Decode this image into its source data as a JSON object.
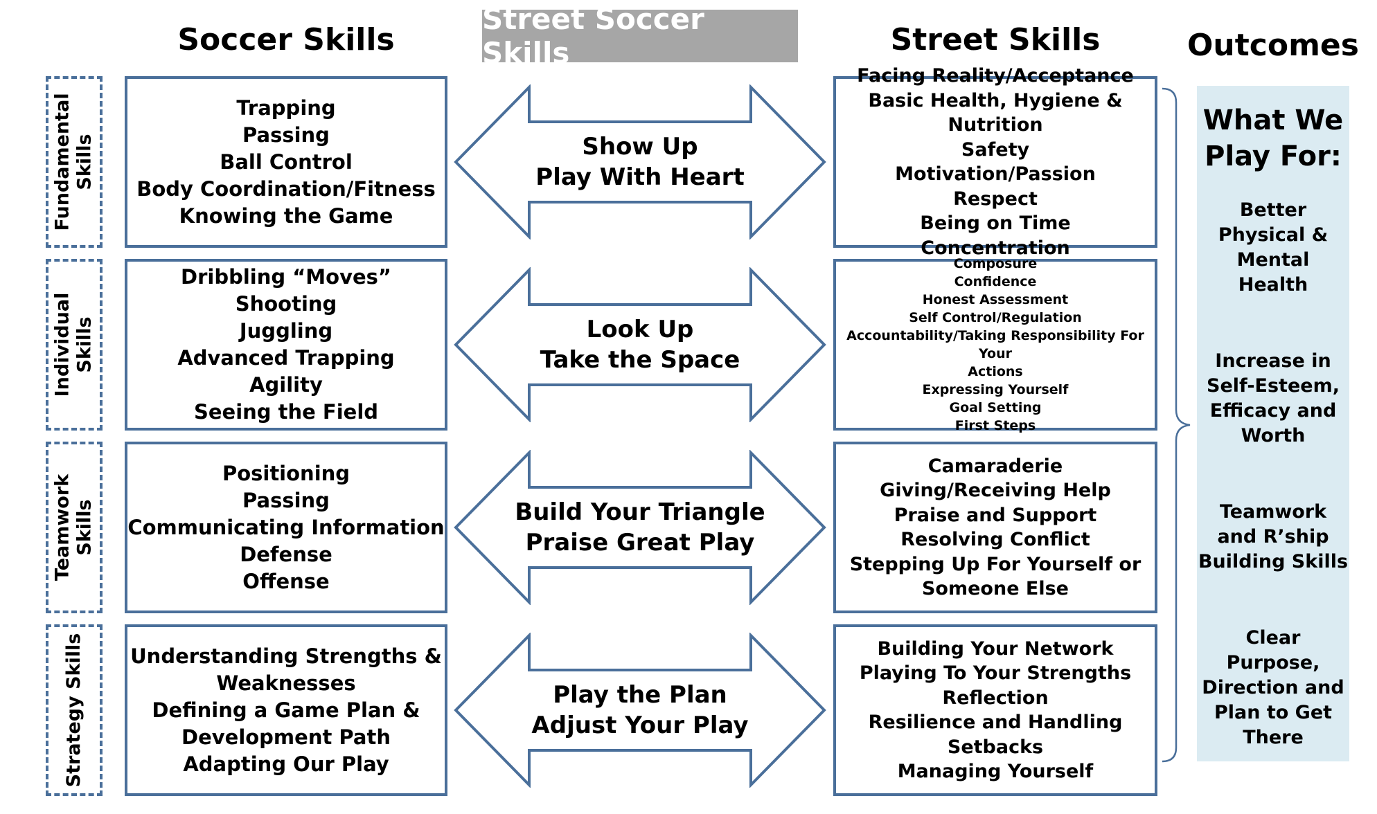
{
  "headers": {
    "soccer": "Soccer Skills",
    "street_soccer": "Street Soccer Skills",
    "street": "Street Skills",
    "outcomes": "Outcomes"
  },
  "categories": [
    {
      "lines": [
        "Fundamental",
        "Skills"
      ]
    },
    {
      "lines": [
        "Individual",
        "Skills"
      ]
    },
    {
      "lines": [
        "Teamwork",
        "Skills"
      ]
    },
    {
      "lines": [
        "Strategy Skills"
      ]
    }
  ],
  "soccer_skills": [
    [
      "Trapping",
      "Passing",
      "Ball Control",
      "Body Coordination/Fitness",
      "Knowing the Game"
    ],
    [
      "Dribbling “Moves”",
      "Shooting",
      "Juggling",
      "Advanced Trapping",
      "Agility",
      "Seeing the Field"
    ],
    [
      "Positioning",
      "Passing",
      "Communicating Information",
      "Defense",
      "Offense"
    ],
    [
      "Understanding Strengths &",
      "Weaknesses",
      "Defining a Game Plan &",
      "Development Path",
      "Adapting Our Play"
    ]
  ],
  "street_soccer_skills": [
    [
      "Show Up",
      "Play With Heart"
    ],
    [
      "Look Up",
      "Take the Space"
    ],
    [
      "Build Your Triangle",
      "Praise Great Play"
    ],
    [
      "Play the Plan",
      "Adjust Your Play"
    ]
  ],
  "street_skills": [
    [
      "Facing Reality/Acceptance",
      "Basic Health, Hygiene & Nutrition",
      "Safety",
      "Motivation/Passion",
      "Respect",
      "Being on Time",
      "Concentration"
    ],
    [
      "Composure",
      "Confidence",
      "Honest Assessment",
      "Self Control/Regulation",
      "Accountability/Taking Responsibility For Your",
      "Actions",
      "Expressing Yourself",
      "Goal Setting",
      "First Steps"
    ],
    [
      "Camaraderie",
      "Giving/Receiving Help",
      "Praise and Support",
      "Resolving Conflict",
      "Stepping Up For Yourself or",
      "Someone Else"
    ],
    [
      "Building Your Network",
      "Playing To Your Strengths",
      "Reflection",
      "Resilience and Handling Setbacks",
      "Managing Yourself"
    ]
  ],
  "outcomes": {
    "title_lines": [
      "What We",
      "Play For:"
    ],
    "items": [
      [
        "Better",
        "Physical &",
        "Mental",
        "Health"
      ],
      [
        "Increase in",
        "Self-Esteem,",
        "Efficacy and",
        "Worth"
      ],
      [
        "Teamwork",
        "and R’ship",
        "Building Skills"
      ],
      [
        "Clear",
        "Purpose,",
        "Direction and",
        "Plan to Get",
        "There"
      ]
    ]
  },
  "colors": {
    "box_border": "#4a6f9a",
    "header_fill": "#a6a6a6",
    "outcomes_fill": "#dbebf2"
  }
}
